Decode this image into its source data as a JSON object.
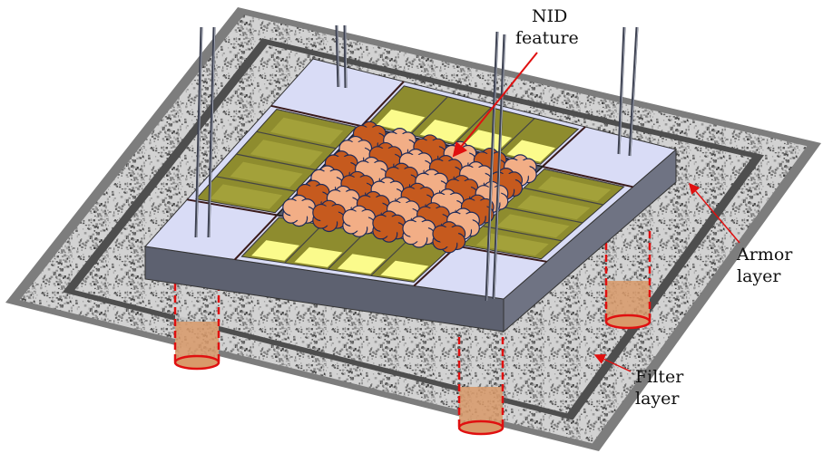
{
  "labels": {
    "nid_line1": "NID",
    "nid_line2": "feature",
    "armor_line1": "Armor",
    "armor_line2": "layer",
    "filter_line1": "Filter",
    "filter_line2": "layer"
  },
  "colors": {
    "frame_border": "#7d7d7d",
    "gravel": "#d2d2d2",
    "dark_band": "#4e4e4e",
    "slab_top": "#d9dcf6",
    "slab_side": "#5d6170",
    "cell_green": "#8e8c2e",
    "cell_yellow": "#fbfb8c",
    "nid_dark": "#c65a1e",
    "nid_light": "#f2ae86",
    "pile": "#d99a6a",
    "annotation": "#e01010"
  }
}
